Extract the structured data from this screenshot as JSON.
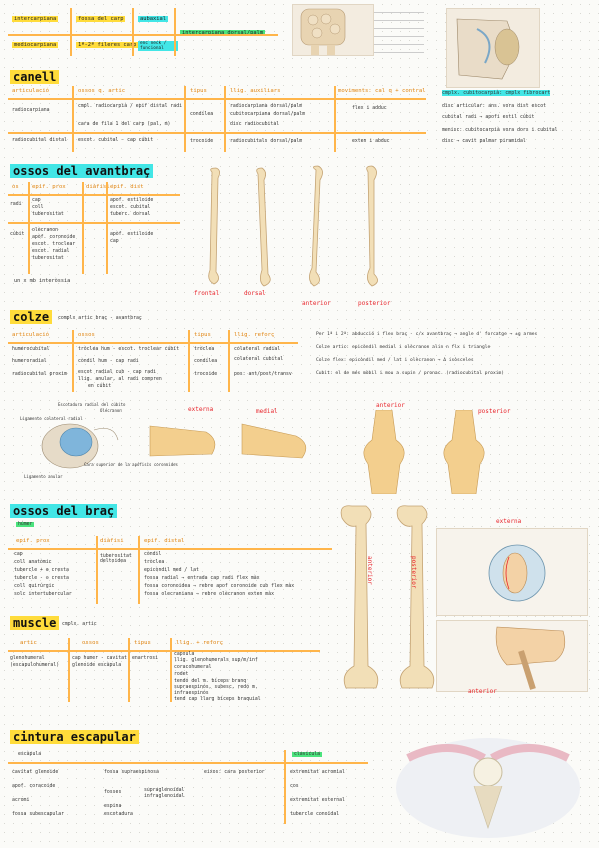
{
  "top_rows": [
    {
      "a": "intercarpiana",
      "b": "fossa del carp",
      "c": "aubaxial",
      "d": "intercarpiana dorsal/palm"
    },
    {
      "a": "mediocarpiana",
      "b": "1ª-2ª fileres carp",
      "c": "enc neck / funcional"
    }
  ],
  "canell": {
    "title": "canell",
    "headers": [
      "articulació",
      "ossos q. artic",
      "tipus",
      "llig. auxiliars",
      "moviments: cal q + contral"
    ],
    "rows": [
      {
        "a": "radiocarpiana",
        "b": "cmpl. radiocarpià / epif distal radi",
        "b2": "cara de fila 1 del carp (pal, m)",
        "c": "condílea",
        "d": "radiocarpiana dorsal/palm",
        "d2": "cubitocarpiana dorsal/palm",
        "d3": "disc radiocubital",
        "e": "flex i adduc"
      },
      {
        "a": "radiocubital distal",
        "b": "escot. cubital - cap cúbit",
        "c": "trocoide",
        "d": "radiocubitals dorsal/palm",
        "e": "exten i abduc"
      }
    ]
  },
  "right_notes": {
    "title": "cmplx. cubitocarpià: cmplx fibrocart",
    "lines": [
      "disc articular: ans. vora dist escot",
      "cubital radi → apofi estil cúbit",
      "menisc: cubitocarpià vora dors i cubital",
      "disc → cavit palmar piramidal"
    ]
  },
  "avantbrac": {
    "title": "ossos del avantbraç",
    "headers": [
      "os",
      "epif. prox",
      "diàfisi",
      "epif. dist"
    ],
    "rows": [
      {
        "a": "radi",
        "b": [
          "cap",
          "coll",
          "tuberositat"
        ],
        "d": [
          "apof. estiloide",
          "escot. cubital",
          "tuberc. dorsal"
        ]
      },
      {
        "a": "cúbit",
        "b": [
          "olècranon",
          "apòf. coronoide",
          "escot. troclear",
          "escot. radial",
          "tuberositat"
        ],
        "d": [
          "apòf. estiloide",
          "cap"
        ]
      }
    ],
    "note": "un x mb interòssia",
    "labels": [
      "frontal",
      "dorsal",
      "anterior",
      "posterior"
    ]
  },
  "colze": {
    "title": "colze",
    "subtitle": "complx artic braç - avantbraç",
    "headers": [
      "articulació",
      "ossos",
      "tipus",
      "llig. reforç"
    ],
    "rows": [
      {
        "a": "humerocubital",
        "b": "tròclea hum - escot. troclear cúbit",
        "c": "tròclea",
        "d": "colateral radial"
      },
      {
        "a": "humeroradial",
        "b": "còndil hum - cap radi",
        "c": "condílea",
        "d": "colateral cubital"
      },
      {
        "a": "radiocubital proxim",
        "b": "escot radial cub - cap radi",
        "b2": "llig. anular, al radi compren",
        "b3": "en cúbit",
        "c": "trocoide",
        "d": "pos: ant/post/transv"
      }
    ],
    "notes": [
      "Per 1ª i 2ª: abducció i flex braç - c/x avantbraç → angle d' forcatge → ±g armes",
      "Colze artic: epicòndil medial i olècranon alin n flx i triangle",
      "Colze flex: epicòndil med / lat i olècranon → Δ isòsceles",
      "Cubit: el de més mòbil i mou a supin / pronac. (radiocubital proxim)"
    ],
    "fig_labels": [
      "externa",
      "medial",
      "anterior",
      "posterior"
    ],
    "fig_small": [
      "Escotadura radial del cúbito",
      "Olécranon",
      "Ligamento colateral radial",
      "Ligamento anular",
      "Cara superior de la apófisis coronoides"
    ]
  },
  "brac": {
    "title": "ossos del braç",
    "sub": "húmer",
    "headers": [
      "epif. prox",
      "diàfisi",
      "epif. distal"
    ],
    "col1": [
      "cap",
      "coll anatòmic",
      "tubercle + ⊕ cresta",
      "tubercle - ⊖ cresta",
      "coll quirúrgic",
      "solc intertubercular"
    ],
    "col2": [
      "tuberositat deltoidea"
    ],
    "col3": [
      "còndil",
      "tròclea",
      "epicòndil med / lat",
      "fossa radial → entrada cap radi flex màx",
      "fossa coronoidea → rebre apof coronoide cub flex màx",
      "fossa olecraniana → rebre olècranon exten màx"
    ],
    "bone_labels": [
      "anterior",
      "posterior"
    ],
    "right_labels": [
      "externa",
      "anterior"
    ]
  },
  "muscle": {
    "title": "muscle",
    "sub": "cmplx. artic",
    "headers": [
      "artic",
      "ossos",
      "tipus",
      "llig. + reforç"
    ],
    "row": {
      "a": "glenohumeral",
      "a2": "(escapulohumeral)",
      "b": "cap humer - cavitat",
      "b2": "glenoide escàpula",
      "c": "enartrosi",
      "d": [
        "capsula",
        "llig. glenohumerals sup/m/inf",
        "coracohumeral",
        "rodet",
        "tendó del m. bíceps branq",
        "supraespinós, subesc, redó m.",
        "infraespinós",
        "tend cap llarg bíceps braquial"
      ]
    }
  },
  "cintura": {
    "title": "cintura escapular",
    "sub": "escàpula",
    "left": [
      "cavitat glenoide",
      "apof. coracoide",
      "acromi",
      "fossa subescapular"
    ],
    "mid": [
      "fossa supraespinosa",
      "fosses",
      "espina"
    ],
    "mid2": [
      "supraglenoidal",
      "infraglenoidal"
    ],
    "mid3": "eixos: cara posterior",
    "mid4": "escotadura",
    "right_title": "clavícula",
    "right": [
      "extremitat acromial",
      "cos",
      "extremitat esternal",
      "tubercle conoïdal"
    ]
  },
  "colors": {
    "yellow": "#ffdc3b",
    "green": "#4be37d",
    "cyan": "#42e6e6",
    "pink": "#ff6ab7",
    "orange": "#ff9d2e",
    "red": "#e8262d"
  }
}
